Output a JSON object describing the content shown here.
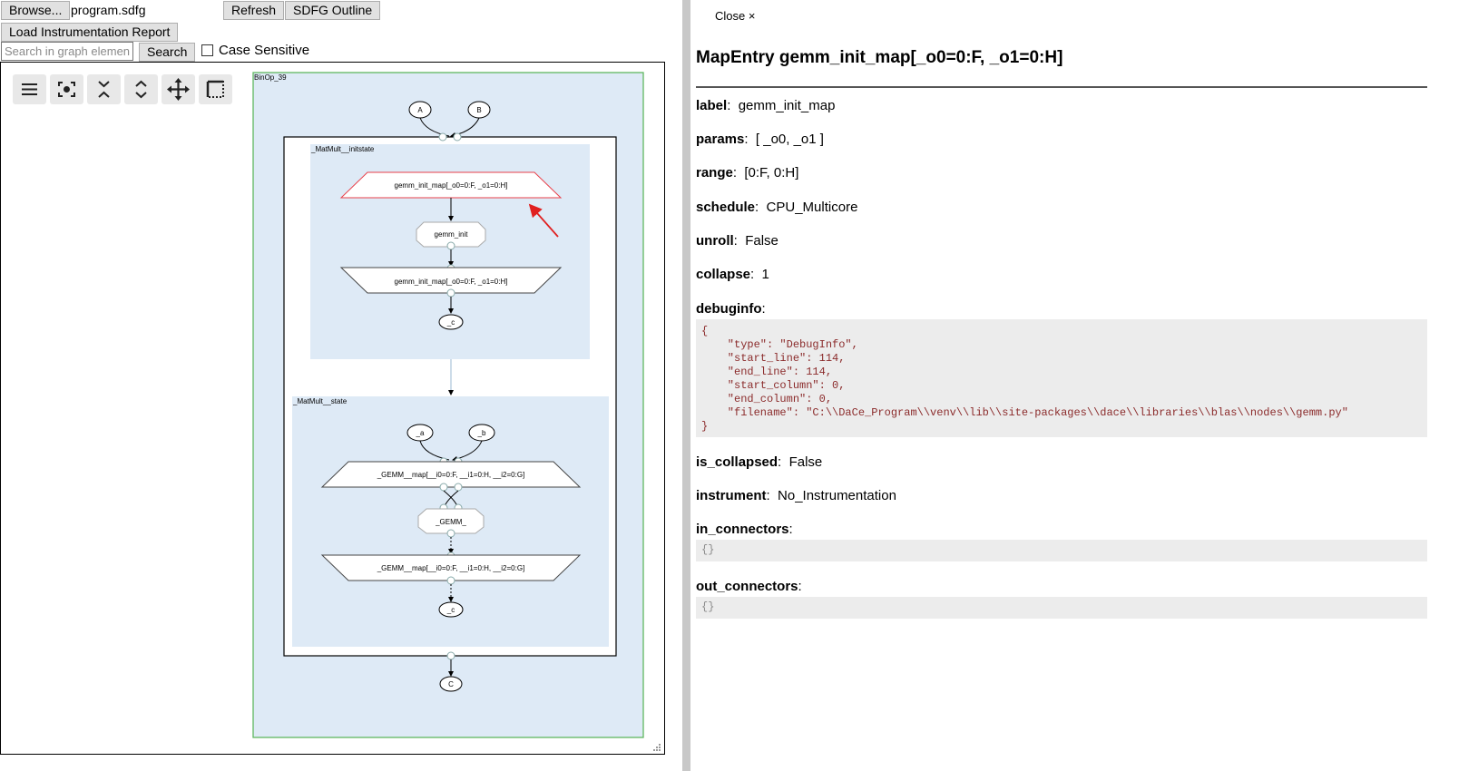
{
  "toolbar": {
    "browse_label": "Browse...",
    "filename": "program.sdfg",
    "refresh_label": "Refresh",
    "outline_label": "SDFG Outline",
    "load_instr_label": "Load Instrumentation Report",
    "search_placeholder": "Search in graph elements",
    "search_label": "Search",
    "case_sensitive_label": "Case Sensitive"
  },
  "graph_tools": [
    "menu-icon",
    "zoom-to-fit-icon",
    "collapse-all-icon",
    "expand-all-icon",
    "move-mode-icon",
    "select-box-icon"
  ],
  "graph": {
    "outer_state": "BinOp_39",
    "access_a": "A",
    "access_b": "B",
    "access_c_out": "C",
    "init_state": "_MatMult__initstate",
    "init_map_entry": "gemm_init_map[_o0=0:F, _o1=0:H]",
    "init_tasklet": "gemm_init",
    "init_map_exit": "gemm_init_map[_o0=0:F, _o1=0:H]",
    "init_access_c": "_c",
    "main_state": "_MatMult__state",
    "access_a_inner": "_a",
    "access_b_inner": "_b",
    "gemm_map_entry": "_GEMM__map[__i0=0:F, __i1=0:H, __i2=0:G]",
    "gemm_tasklet": "_GEMM_",
    "gemm_map_exit": "_GEMM__map[__i0=0:F, __i1=0:H, __i2=0:G]",
    "main_access_c": "_c"
  },
  "panel": {
    "close_label": "Close ×",
    "title": "MapEntry gemm_init_map[_o0=0:F, _o1=0:H]",
    "props": [
      {
        "key": "label",
        "value": "gemm_init_map"
      },
      {
        "key": "params",
        "value": "[ _o0, _o1 ]"
      },
      {
        "key": "range",
        "value": "[0:F, 0:H]"
      },
      {
        "key": "schedule",
        "value": "CPU_Multicore"
      },
      {
        "key": "unroll",
        "value": "False"
      },
      {
        "key": "collapse",
        "value": "1"
      },
      {
        "key": "debuginfo",
        "value": ""
      },
      {
        "key": "is_collapsed",
        "value": "False"
      },
      {
        "key": "instrument",
        "value": "No_Instrumentation"
      },
      {
        "key": "in_connectors",
        "value": ""
      },
      {
        "key": "out_connectors",
        "value": ""
      }
    ],
    "debuginfo_json": "{\n    \"type\": \"DebugInfo\",\n    \"start_line\": 114,\n    \"end_line\": 114,\n    \"start_column\": 0,\n    \"end_column\": 0,\n    \"filename\": \"C:\\\\DaCe_Program\\\\venv\\\\lib\\\\site-packages\\\\dace\\\\libraries\\\\blas\\\\nodes\\\\gemm.py\"\n}",
    "in_connectors_json": "{}",
    "out_connectors_json": "{}"
  },
  "colors": {
    "state_fill": "#deeaf6",
    "outer_border": "#5fb760",
    "selected_border": "#e8404a",
    "annotation_arrow": "#e02020"
  }
}
